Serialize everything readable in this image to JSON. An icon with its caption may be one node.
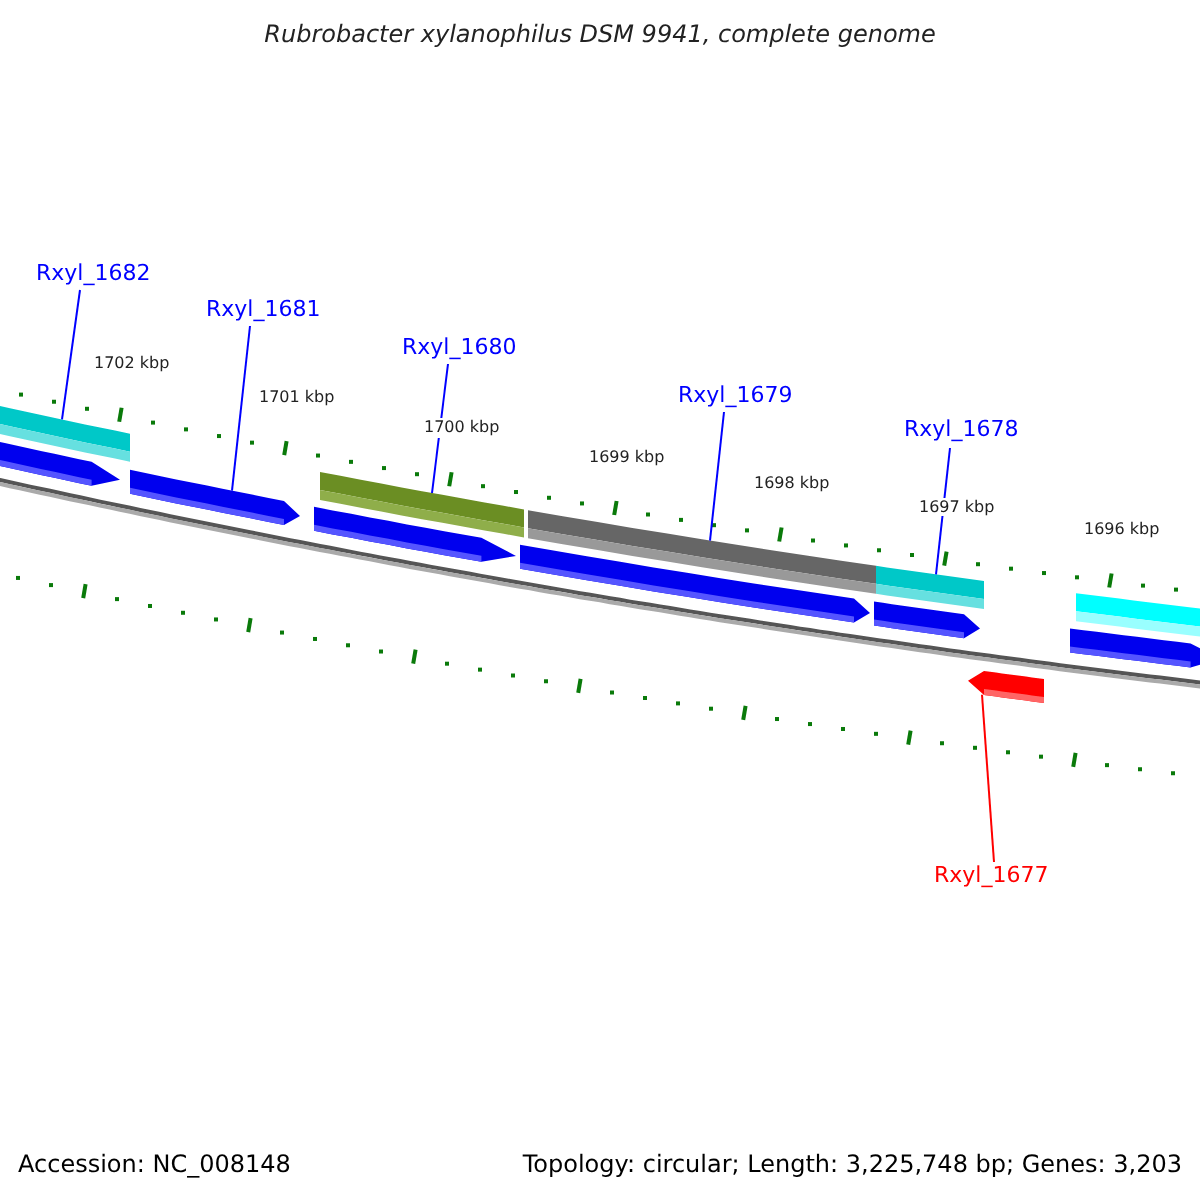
{
  "diagram": {
    "title": "Rubrobacter xylanophilus DSM 9941, complete genome",
    "nodes": [
      {
        "text": [
          "Rxyl_1682"
        ]
      },
      {
        "text": [
          "Rxyl_1681"
        ]
      },
      {
        "text": [
          "Rxyl_1680"
        ]
      },
      {
        "text": [
          "Rxyl_1679"
        ]
      },
      {
        "text": [
          "Rxyl_1678"
        ]
      },
      {
        "text": [
          "Rxyl_1677"
        ]
      },
      {
        "text": [],
        "shape": "bar"
      },
      {
        "text": [],
        "shape": "bar"
      },
      {
        "text": [],
        "shape": "bar"
      },
      {
        "text": [],
        "shape": "bar"
      },
      {
        "text": [],
        "shape": "bar"
      },
      {
        "text": [],
        "shape": "arrow"
      },
      {
        "text": [],
        "shape": "arrow"
      },
      {
        "text": [],
        "shape": "arrow"
      },
      {
        "text": [],
        "shape": "arrow"
      },
      {
        "text": [],
        "shape": "arrow"
      },
      {
        "text": [],
        "shape": "arrow"
      },
      {
        "text": [],
        "shape": "arrow"
      }
    ],
    "edges": [
      {
        "from": 0,
        "to": 6,
        "arrow": "none"
      },
      {
        "from": 1,
        "to": 12,
        "arrow": "none"
      },
      {
        "from": 2,
        "to": 7,
        "arrow": "none"
      },
      {
        "from": 3,
        "to": 8,
        "arrow": "none"
      },
      {
        "from": 4,
        "to": 9,
        "arrow": "none"
      },
      {
        "from": 5,
        "to": 17,
        "arrow": "none",
        "color": "#ff0000"
      }
    ],
    "labels": [
      "1702 kbp",
      "1701 kbp",
      "1700 kbp",
      "1699 kbp",
      "1698 kbp",
      "1697 kbp",
      "1696 kbp",
      "Accession: NC_008148",
      "Topology: circular; Length: 3,225,748 bp; Genes: 3,203"
    ]
  }
}
